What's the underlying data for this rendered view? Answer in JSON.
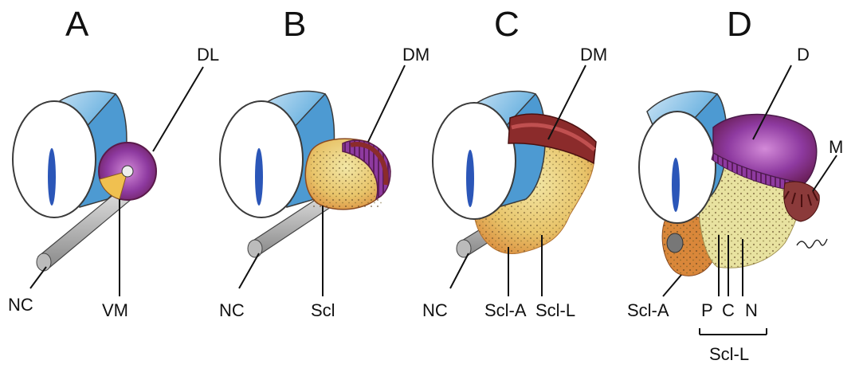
{
  "panels": [
    {
      "letter": "A",
      "labels": {
        "top": "DL",
        "left": "NC",
        "bottom": "VM"
      }
    },
    {
      "letter": "B",
      "labels": {
        "top": "DM",
        "left": "NC",
        "bottom": "Scl"
      }
    },
    {
      "letter": "C",
      "labels": {
        "top": "DM",
        "left": "NC",
        "bottom1": "Scl-A",
        "bottom2": "Scl-L"
      }
    },
    {
      "letter": "D",
      "labels": {
        "top": "D",
        "right": "M",
        "left": "Scl-A",
        "p": "P",
        "c": "C",
        "n": "N",
        "group": "Scl-L"
      }
    }
  ],
  "colors": {
    "neural_tube": "#5aa6d8",
    "neural_tube_light": "#a9d4ef",
    "lumen": "#2b56b8",
    "dermomyotome": "#8a3a9a",
    "dermomyotome_rim": "#8b2b2b",
    "sclerotome": "#e8c87a",
    "sclerotome_dark": "#d98a3a",
    "notochord": "#9a9a9a"
  }
}
